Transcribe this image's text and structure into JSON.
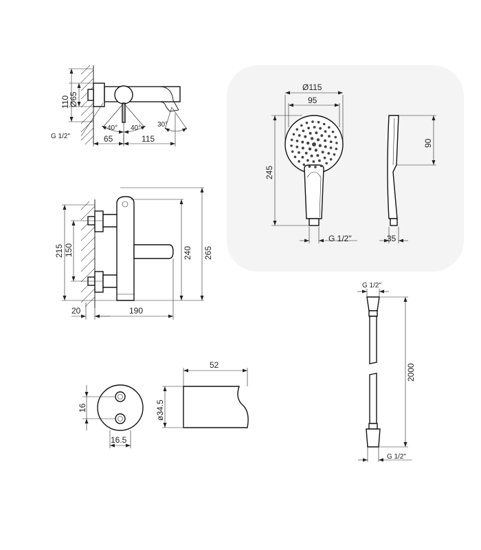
{
  "top_view": {
    "d_rosette": "Ø65",
    "h_110": "110",
    "angle_left": "40°",
    "angle_right": "40°",
    "angle_spout": "30°",
    "thread": "G 1/2\"",
    "w_65": "65",
    "w_115": "115"
  },
  "side_view": {
    "h_215": "215",
    "h_150": "150",
    "h_240": "240",
    "h_265": "265",
    "w_20": "20",
    "w_190": "190"
  },
  "hand_shower": {
    "d_115": "Ø115",
    "w_95": "95",
    "h_245": "245",
    "thread": "G 1/2\"",
    "head_90": "90",
    "depth_35": "35"
  },
  "eccentrics": {
    "h_16": "16",
    "w_16_5": "16.5"
  },
  "holder": {
    "w_52": "52",
    "d_34_5": "ø34.5"
  },
  "hose": {
    "thread_top": "G 1/2\"",
    "length": "2000",
    "thread_bottom": "G 1/2\""
  }
}
